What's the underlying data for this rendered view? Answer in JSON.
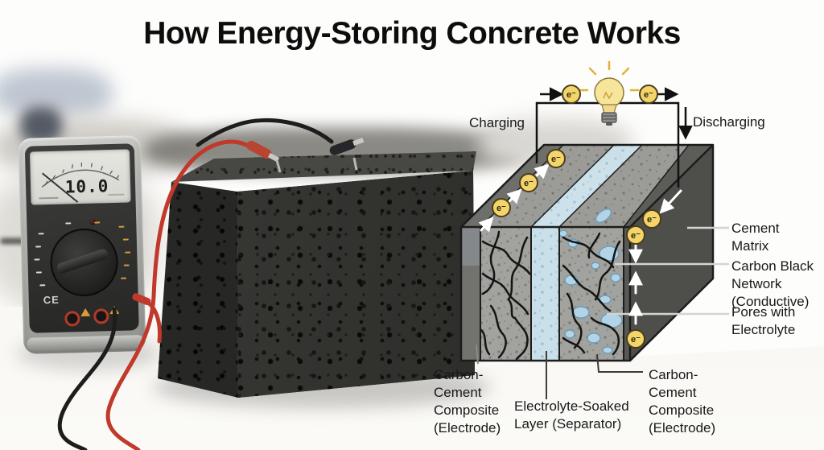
{
  "title": "How Energy-Storing Concrete Works",
  "diagram": {
    "charging_label": "Charging",
    "discharging_label": "Discharging",
    "electron_symbol": "e⁻",
    "labels": {
      "cement_matrix": "Cement Matrix",
      "carbon_black_network": "Carbon Black Network (Conductive)",
      "pores_with_electrolyte": "Pores with Electrolyte",
      "carbon_cement_left": "Carbon-Cement Composite (Electrode)",
      "electrolyte_soaked": "Electrolyte-Soaked Layer (Separator)",
      "carbon_cement_right": "Carbon-Cement Composite (Electrode)"
    },
    "colors": {
      "electron_fill": "#f4d569",
      "separator_blue": "#c9dfe9",
      "pore_blue": "#b3d4e6",
      "cement_gray": "#a2a29e",
      "matrix_dark": "#4e4e4b",
      "bulb_yellow": "#f8e59c",
      "wire_black": "#1c1c1c"
    }
  },
  "meter": {
    "reading": "10.0",
    "ce_mark": "CE"
  }
}
